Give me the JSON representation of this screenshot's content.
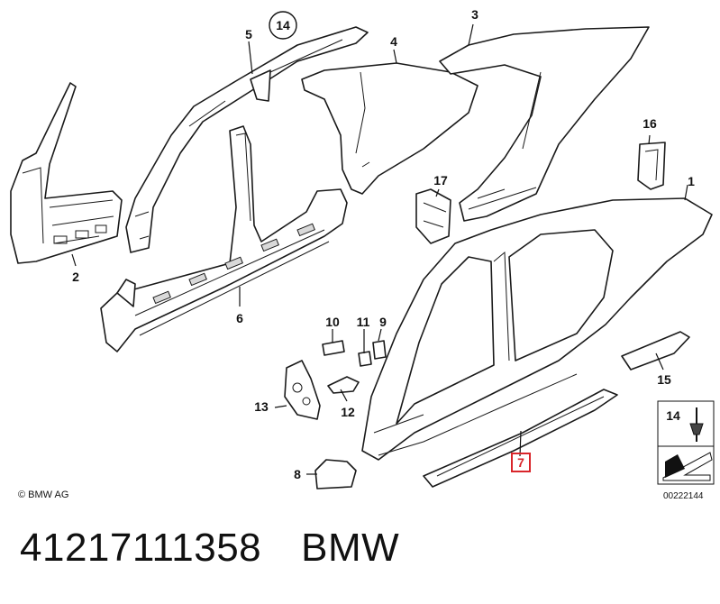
{
  "callouts": {
    "c1": "1",
    "c2": "2",
    "c3": "3",
    "c4": "4",
    "c5": "5",
    "c6": "6",
    "c7": "7",
    "c8": "8",
    "c9": "9",
    "c10": "10",
    "c11": "11",
    "c12": "12",
    "c13": "13",
    "c14": "14",
    "c15": "15",
    "c16": "16",
    "c17": "17"
  },
  "highlighted_callout": "7",
  "highlight_color": "#d9262b",
  "legend": {
    "item_number": "14",
    "reference": "00222144"
  },
  "copyright": "© BMW AG",
  "caption": {
    "part_number": "41217111358",
    "brand": "BMW"
  }
}
